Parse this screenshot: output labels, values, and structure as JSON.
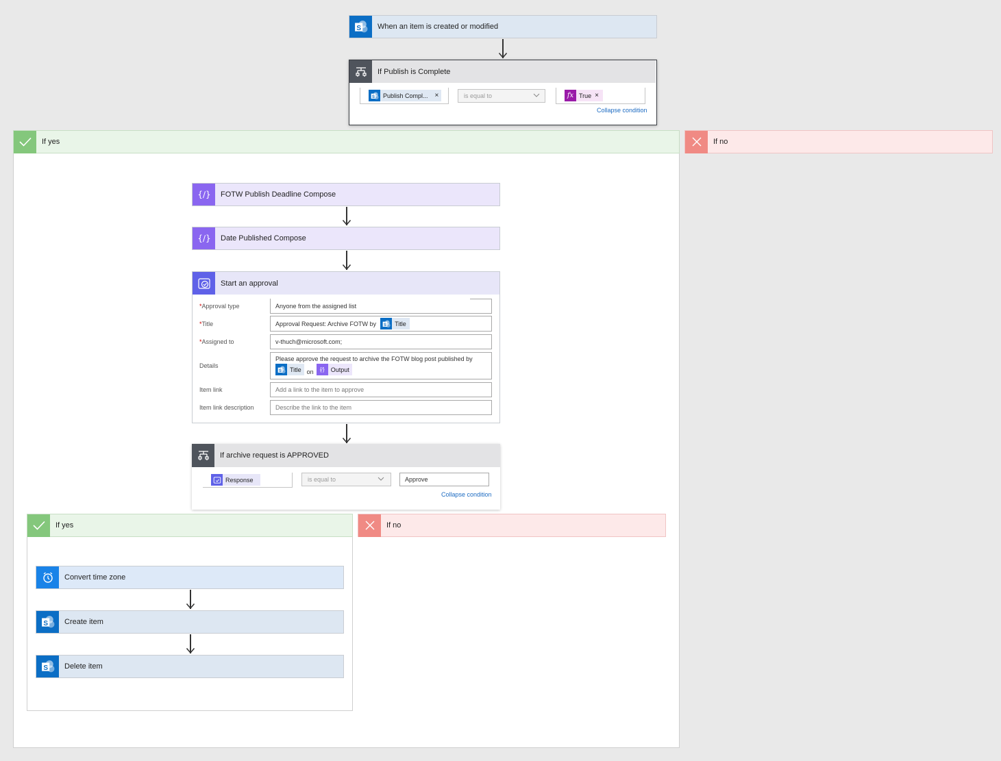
{
  "trigger": {
    "label": "When an item is created or modified"
  },
  "condition1": {
    "title": "If Publish is Complete",
    "left_token": "Publish Compl...",
    "operator": "is equal to",
    "right_token": "True",
    "collapse": "Collapse condition"
  },
  "yes1": {
    "label": "If yes"
  },
  "no1": {
    "label": "If no"
  },
  "compose1": {
    "label": "FOTW Publish Deadline Compose"
  },
  "compose2": {
    "label": "Date Published Compose"
  },
  "approval": {
    "title": "Start an approval",
    "fields": {
      "approval_type": {
        "label": "Approval type",
        "value": "Anyone from the assigned list"
      },
      "title": {
        "label": "Title",
        "value_prefix": "Approval Request: Archive FOTW by",
        "token": "Title"
      },
      "assigned_to": {
        "label": "Assigned to",
        "value": "v-thuch@microsoft.com;"
      },
      "details": {
        "label": "Details",
        "line1": "Please approve the request to archive the FOTW blog post published by",
        "token1": "Title",
        "joiner": "on",
        "token2": "Output"
      },
      "item_link": {
        "label": "Item link",
        "placeholder": "Add a link to the item to approve"
      },
      "item_link_description": {
        "label": "Item link description",
        "placeholder": "Describe the link to the item"
      }
    }
  },
  "condition2": {
    "title": "If archive request is APPROVED",
    "left_token": "Response",
    "operator": "is equal to",
    "value": "Approve",
    "collapse": "Collapse condition"
  },
  "yes2": {
    "label": "If yes"
  },
  "no2": {
    "label": "If no"
  },
  "convert": {
    "label": "Convert time zone"
  },
  "create": {
    "label": "Create item"
  },
  "delete": {
    "label": "Delete item"
  },
  "colors": {
    "sharepoint": "#0b6ec5",
    "compose": "#8a66f0",
    "condition": "#4f545c",
    "approval": "#5f61e8",
    "yes": "#84c77c",
    "no": "#f08a84",
    "link": "#1c6bc2",
    "fx": "#9a1aa8"
  }
}
